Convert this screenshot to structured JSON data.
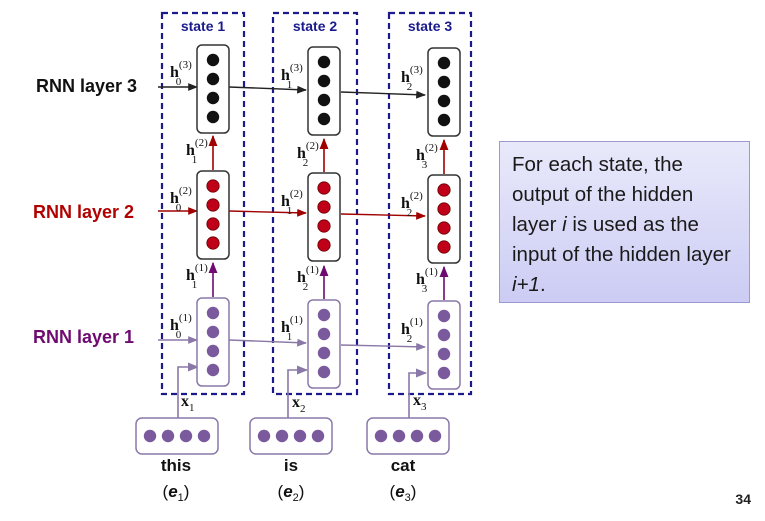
{
  "rnn_layers": [
    {
      "label": "RNN layer 3",
      "color": "#111111"
    },
    {
      "label": "RNN layer 2",
      "color": "#b00000"
    },
    {
      "label": "RNN layer 1",
      "color": "#6e0a70"
    }
  ],
  "states": [
    "state 1",
    "state 2",
    "state 3"
  ],
  "hidden_labels": {
    "layer3_inputs": [
      {
        "var": "h",
        "sup": "(3)",
        "sub": "0"
      },
      {
        "var": "h",
        "sup": "(3)",
        "sub": "1"
      },
      {
        "var": "h",
        "sup": "(3)",
        "sub": "2"
      }
    ],
    "layer2_inputs": [
      {
        "var": "h",
        "sup": "(2)",
        "sub": "0"
      },
      {
        "var": "h",
        "sup": "(2)",
        "sub": "1"
      },
      {
        "var": "h",
        "sup": "(2)",
        "sub": "2"
      }
    ],
    "layer1_inputs": [
      {
        "var": "h",
        "sup": "(1)",
        "sub": "0"
      },
      {
        "var": "h",
        "sup": "(1)",
        "sub": "1"
      },
      {
        "var": "h",
        "sup": "(1)",
        "sub": "2"
      }
    ],
    "between_2_3": [
      {
        "var": "h",
        "sup": "(2)",
        "sub": "1"
      },
      {
        "var": "h",
        "sup": "(2)",
        "sub": "2"
      },
      {
        "var": "h",
        "sup": "(2)",
        "sub": "3"
      }
    ],
    "between_1_2": [
      {
        "var": "h",
        "sup": "(1)",
        "sub": "1"
      },
      {
        "var": "h",
        "sup": "(1)",
        "sub": "2"
      },
      {
        "var": "h",
        "sup": "(1)",
        "sub": "3"
      }
    ]
  },
  "inputs": [
    {
      "var": "x",
      "sub": "1"
    },
    {
      "var": "x",
      "sub": "2"
    },
    {
      "var": "x",
      "sub": "3"
    }
  ],
  "words": [
    {
      "word": "this",
      "emb": "e",
      "sub": "1"
    },
    {
      "word": "is",
      "emb": "e",
      "sub": "2"
    },
    {
      "word": "cat",
      "emb": "e",
      "sub": "3"
    }
  ],
  "description": {
    "part1": "For each state, the output of the hidden layer ",
    "var1": "i",
    "part2": " is used as the input of the hidden layer ",
    "var2": "i+1",
    "part3": "."
  },
  "page_number": "34",
  "colors": {
    "state_box": "#1a1a8c",
    "layer3_dot": "#111111",
    "layer2_dot": "#c00018",
    "layer1_dot": "#7a5a9c",
    "purple_outline": "#8a78a8"
  }
}
